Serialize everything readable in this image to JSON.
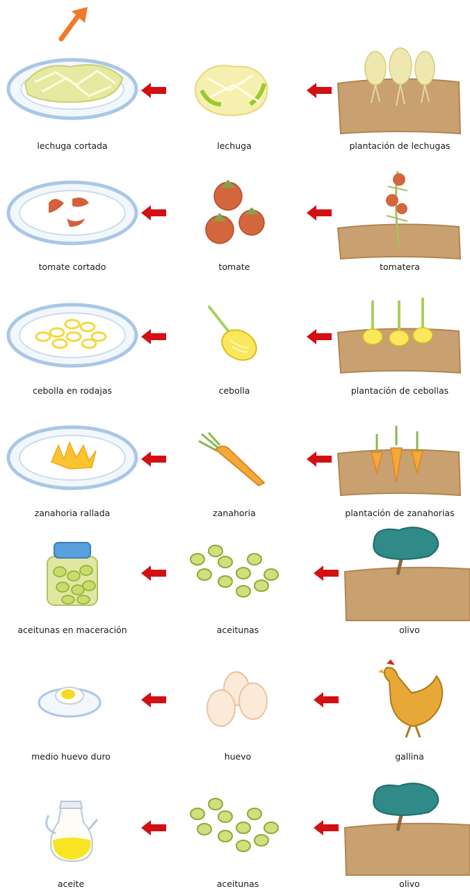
{
  "rows": [
    {
      "left": "lechuga cortada",
      "middle": "lechuga",
      "right": "plantación de lechugas"
    },
    {
      "left": "tomate cortado",
      "middle": "tomate",
      "right": "tomatera"
    },
    {
      "left": "cebolla en rodajas",
      "middle": "cebolla",
      "right": "plantación de cebollas"
    },
    {
      "left": "zanahoria rallada",
      "middle": "zanahoria",
      "right": "plantación de zanahorias"
    },
    {
      "left": "aceitunas en maceración",
      "middle": "aceitunas",
      "right": "olivo"
    },
    {
      "left": "medio huevo duro",
      "middle": "huevo",
      "right": "gallina"
    },
    {
      "left": "aceite",
      "middle": "aceitunas",
      "right": "olivo"
    }
  ],
  "colors": {
    "arrow": "#d40f14",
    "orange_arrow": "#ee7a2a",
    "soil": "#c9a070",
    "plate_rim": "#a9c7e6"
  }
}
